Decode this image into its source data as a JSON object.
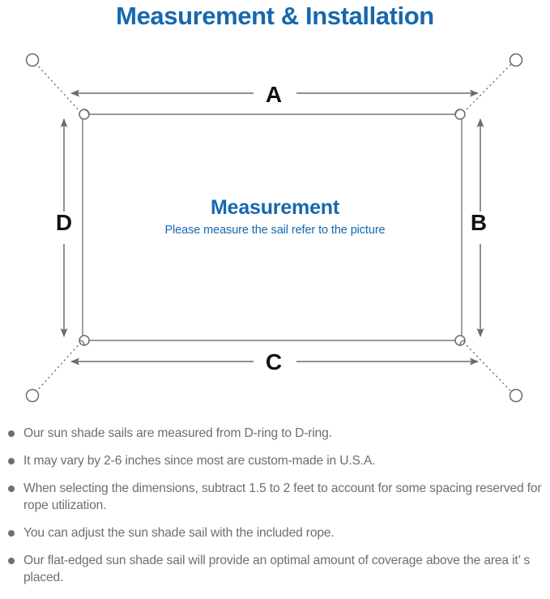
{
  "page": {
    "title": "Measurement & Installation",
    "title_color": "#1668ae",
    "background": "#ffffff"
  },
  "diagram": {
    "name": "sun-shade-sail-measurement-diagram",
    "center_heading": "Measurement",
    "center_subtext": "Please measure the sail refer to the picture",
    "line_color": "#6b6b6b",
    "sail_border_color": "#7a7a7a",
    "dimension_labels": [
      {
        "id": "a",
        "label": "A",
        "position": "top",
        "orientation": "horizontal"
      },
      {
        "id": "b",
        "label": "B",
        "position": "right",
        "orientation": "vertical"
      },
      {
        "id": "c",
        "label": "C",
        "position": "bottom",
        "orientation": "horizontal"
      },
      {
        "id": "d",
        "label": "D",
        "position": "left",
        "orientation": "vertical"
      }
    ],
    "anchor_points": [
      {
        "id": "top-left",
        "corner": "top-left"
      },
      {
        "id": "top-right",
        "corner": "top-right"
      },
      {
        "id": "bottom-left",
        "corner": "bottom-left"
      },
      {
        "id": "bottom-right",
        "corner": "bottom-right"
      }
    ],
    "d_rings": [
      {
        "id": "d-ring-top-left"
      },
      {
        "id": "d-ring-top-right"
      },
      {
        "id": "d-ring-bottom-left"
      },
      {
        "id": "d-ring-bottom-right"
      }
    ]
  },
  "notes": {
    "text_color": "#6e6e6e",
    "items": [
      "Our sun shade sails are measured from D-ring to D-ring.",
      "It may vary by 2-6 inches since most are custom-made in U.S.A.",
      "When selecting the dimensions, subtract 1.5 to 2 feet to account for some spacing reserved for rope utilization.",
      "You can adjust the sun shade sail with the included rope.",
      "Our flat-edged sun shade sail will provide an optimal amount of coverage above the area it’ s placed."
    ]
  }
}
